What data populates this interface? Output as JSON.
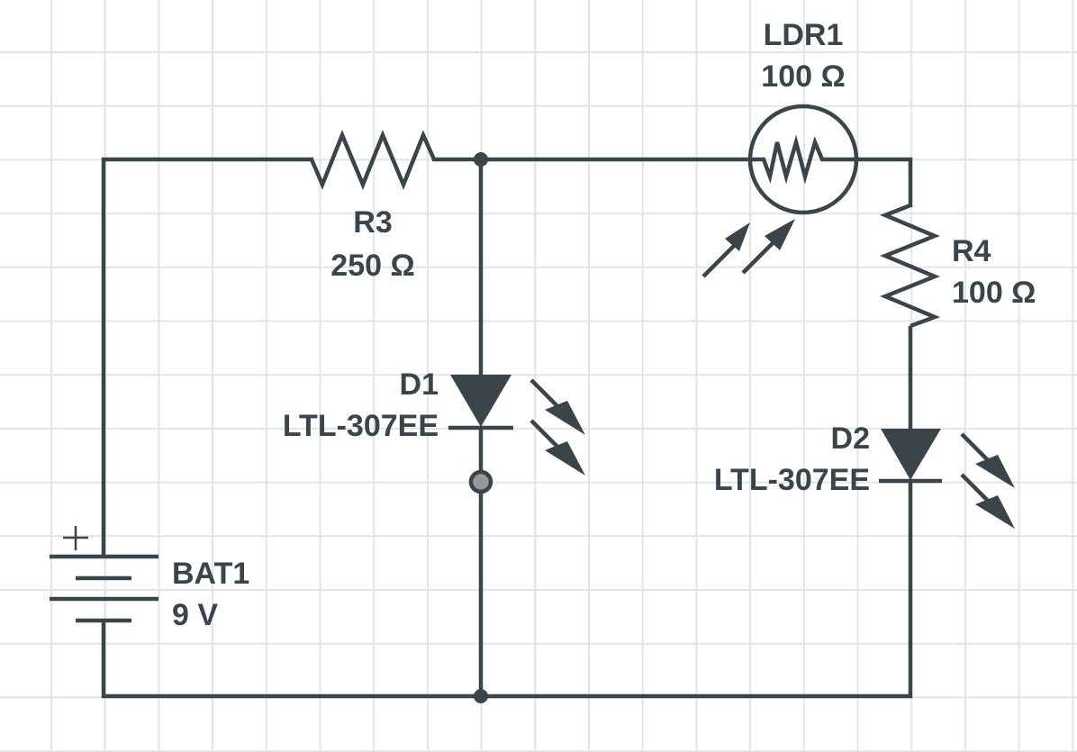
{
  "diagram": {
    "type": "circuit-schematic",
    "colors": {
      "wire": "#3b4449",
      "grid": "#e4e4e4",
      "background": "#ffffff",
      "test_point": "#999999"
    },
    "components": {
      "battery": {
        "ref": "BAT1",
        "value": "9 V",
        "polarity_mark": "+"
      },
      "r3": {
        "ref": "R3",
        "value": "250 Ω"
      },
      "ldr1": {
        "ref": "LDR1",
        "value": "100 Ω"
      },
      "r4": {
        "ref": "R4",
        "value": "100 Ω"
      },
      "d1": {
        "ref": "D1",
        "value": "LTL-307EE"
      },
      "d2": {
        "ref": "D2",
        "value": "LTL-307EE"
      }
    },
    "connections": [
      "BAT1+ -> R3",
      "R3 -> node_top",
      "node_top -> D1 anode",
      "node_top -> LDR1",
      "LDR1 -> R4",
      "R4 -> D2 anode",
      "D1 cathode -> test_point -> node_bottom",
      "D2 cathode -> node_bottom",
      "node_bottom -> BAT1-"
    ]
  }
}
